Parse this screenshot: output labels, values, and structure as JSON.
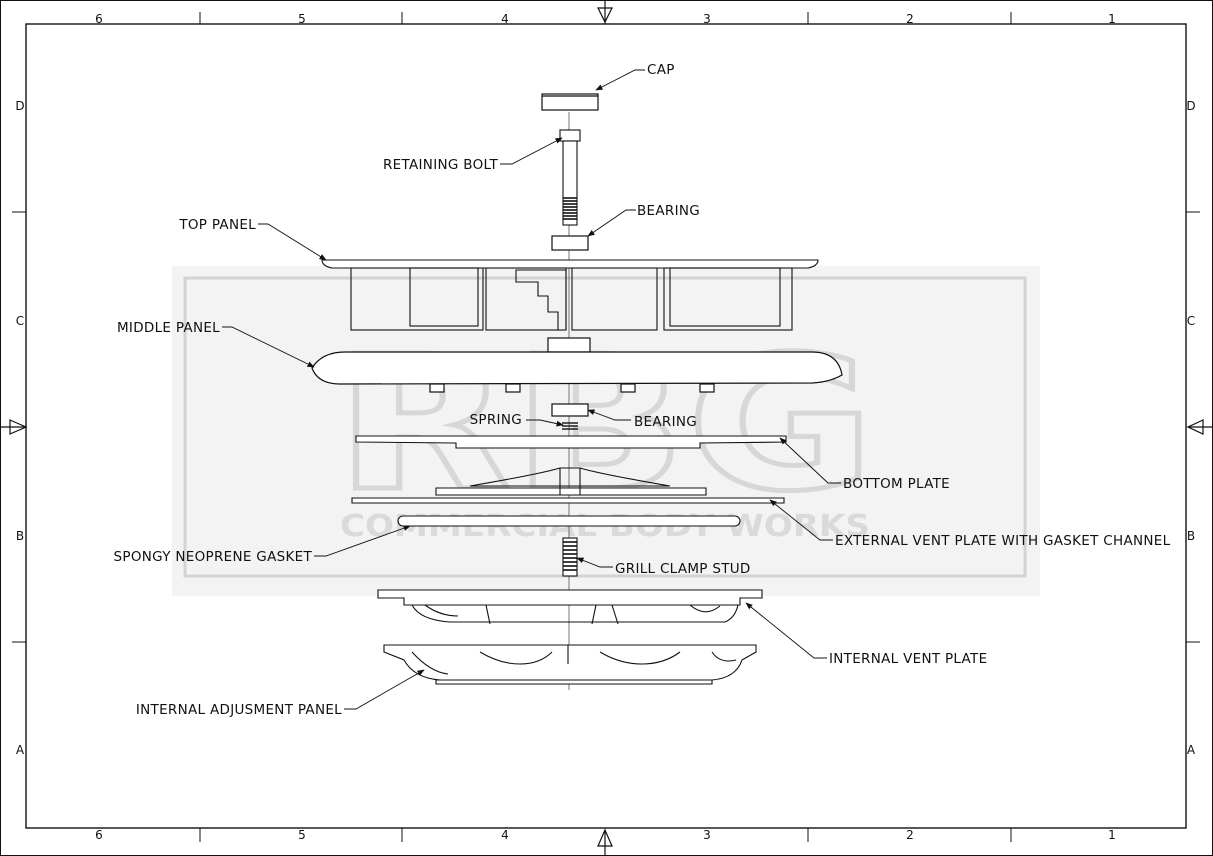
{
  "drawing": {
    "border_columns": [
      "6",
      "5",
      "4",
      "3",
      "2",
      "1"
    ],
    "border_rows": [
      "D",
      "C",
      "B",
      "A"
    ],
    "watermark": {
      "letters": "RBG",
      "company": "COMMERCIAL BODY WORKS",
      "color": "#cfcfcf"
    },
    "parts": [
      {
        "key": "cap",
        "label": "CAP"
      },
      {
        "key": "retaining_bolt",
        "label": "RETAINING BOLT"
      },
      {
        "key": "bearing_top",
        "label": "BEARING"
      },
      {
        "key": "top_panel",
        "label": "TOP PANEL"
      },
      {
        "key": "middle_panel",
        "label": "MIDDLE PANEL"
      },
      {
        "key": "spring",
        "label": "SPRING"
      },
      {
        "key": "bearing_bottom",
        "label": "BEARING"
      },
      {
        "key": "bottom_plate",
        "label": "BOTTOM PLATE"
      },
      {
        "key": "external_vent_plate",
        "label": "EXTERNAL VENT PLATE WITH GASKET CHANNEL"
      },
      {
        "key": "neoprene_gasket",
        "label": "SPONGY NEOPRENE GASKET"
      },
      {
        "key": "grill_clamp_stud",
        "label": "GRILL CLAMP STUD"
      },
      {
        "key": "internal_vent_plate",
        "label": "INTERNAL VENT PLATE"
      },
      {
        "key": "internal_adjustment_panel",
        "label": "INTERNAL ADJUSMENT PANEL"
      }
    ]
  }
}
